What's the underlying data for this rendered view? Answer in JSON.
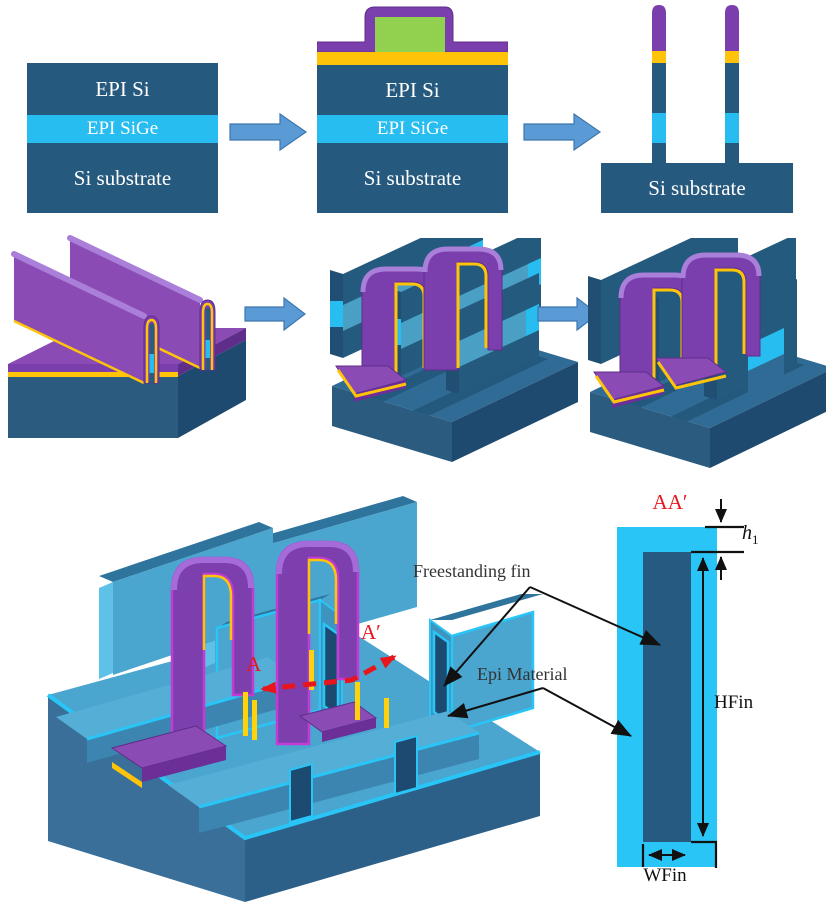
{
  "palette": {
    "dark_blue": "#26597e",
    "deep_blue": "#1d4a6e",
    "cyan": "#27bdf0",
    "bright_cyan": "#29c5f6",
    "light_blue": "#4aa5cf",
    "purple": "#7b3fad",
    "magenta": "#c13bd4",
    "yellow": "#ffc40a",
    "green": "#92d050",
    "arrow_blue": "#5b9bd5",
    "red": "#e8161c"
  },
  "top_row": {
    "panel1": {
      "layers": [
        {
          "label": "EPI Si"
        },
        {
          "label": "EPI SiGe"
        },
        {
          "label": "Si substrate"
        }
      ]
    },
    "panel2": {
      "layers": [
        {
          "label": "EPI Si"
        },
        {
          "label": "EPI SiGe"
        },
        {
          "label": "Si substrate"
        }
      ]
    },
    "panel3": {
      "substrate_label": "Si substrate"
    }
  },
  "annotations": {
    "freestanding_fin": "Freestanding fin",
    "epi_material": "Epi Material",
    "section_a": "A",
    "section_a_prime": "A′",
    "section_title": "AA′",
    "h1_base": "h",
    "h1_sub": "1",
    "hfin": "HFin",
    "wfin": "WFin"
  }
}
